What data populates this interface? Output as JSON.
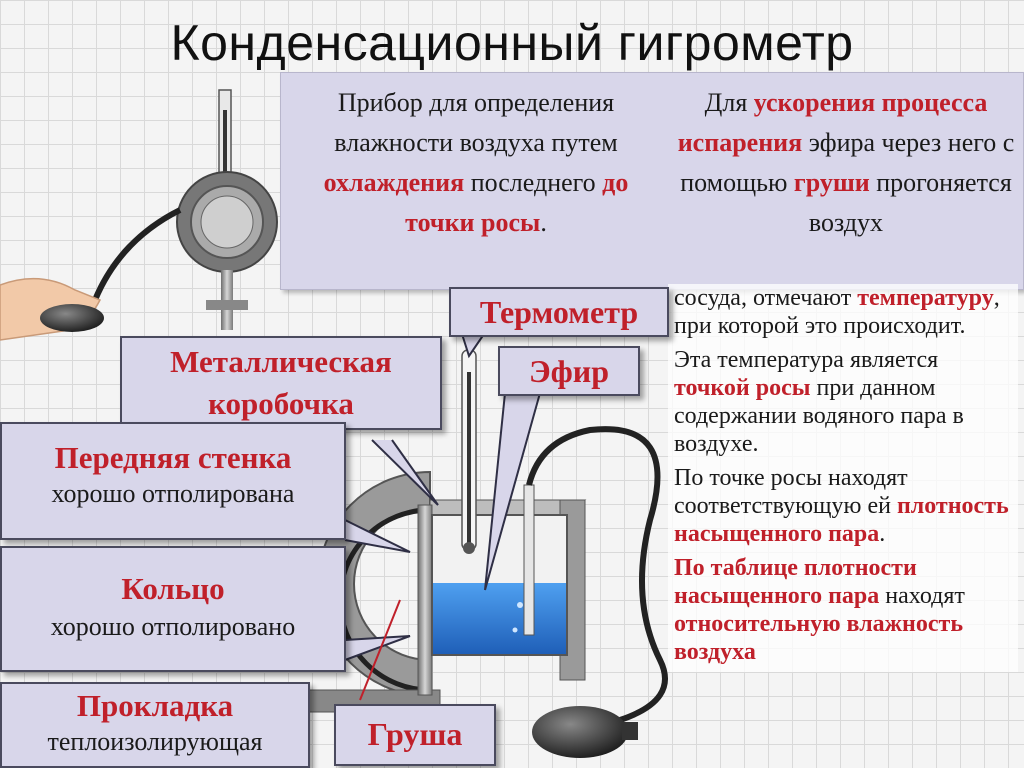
{
  "title": "Конденсационный гигрометр",
  "definition": {
    "left": {
      "t1": "Прибор для определения влажности воздуха путем ",
      "h1": "охлаждения",
      "t2": " последнего ",
      "h2": "до точки росы",
      "t3": "."
    },
    "right": {
      "t1": "Для ",
      "h1": "ускорения процесса испарения",
      "t2": " эфира через него с помощью ",
      "h2": "груши",
      "t3": " прогоняется воздух"
    }
  },
  "description": {
    "p1": {
      "t1": "сосуда, отмечают ",
      "h1": "температуру",
      "t2": ", при которой это происходит."
    },
    "p2": {
      "t1": "Эта температура является ",
      "h1": "точкой росы",
      "t2": " при данном содержании водяного пара в воздухе."
    },
    "p3": {
      "t1": "По точке росы находят соответствующую ей ",
      "h1": "плотность насыщенного пара",
      "t2": "."
    },
    "p4": {
      "h1": "По таблице плотности насыщенного пара",
      "t1": " находят ",
      "h2": "относительную влажность воздуха"
    }
  },
  "labels": {
    "thermometer": "Термометр",
    "ether": "Эфир",
    "metal_box": "Металлическая коробочка",
    "front_wall_title": "Передняя стенка",
    "front_wall_note": "хорошо отполирована",
    "ring_title": "Кольцо",
    "ring_note": "хорошо отполировано",
    "gasket_title": "Прокладка",
    "gasket_note": "теплоизолирующая",
    "bulb": "Груша"
  },
  "colors": {
    "accent": "#c0202a",
    "box_fill": "#d8d6ea",
    "box_border": "#4a4a5e",
    "ether_liquid": "#2f79d3",
    "metal": "#8a8a8a"
  }
}
